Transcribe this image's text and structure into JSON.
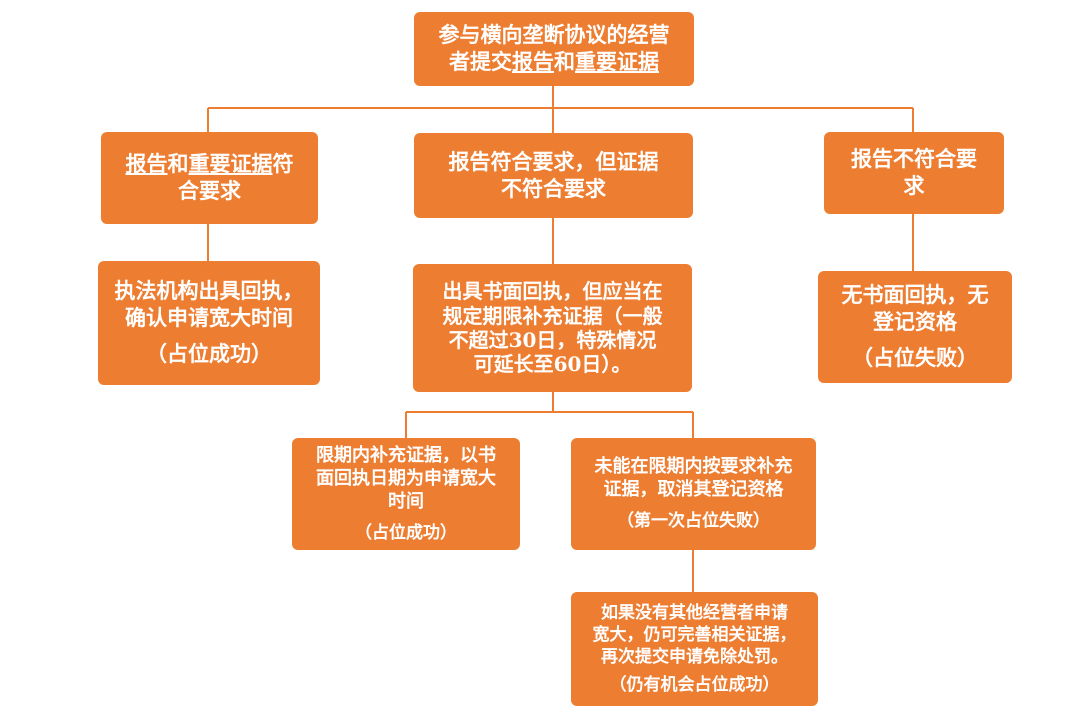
{
  "title": {
    "line1": "参与横向垄断协议的经营",
    "line2_prefix": "者提交",
    "line2_report": "报告",
    "line2_and": "和",
    "line2_evidence": "重要证据"
  },
  "branches": {
    "left": {
      "line1_report": "报告",
      "line1_and": "和",
      "line1_evidence": "重要证据",
      "line1_suffix": "符",
      "line2": "合要求"
    },
    "middle": {
      "line1": "报告符合要求，但证据",
      "line2": "不符合要求"
    },
    "right": {
      "line1": "报告不符合要",
      "line2": "求"
    }
  },
  "results": {
    "left": {
      "line1": "执法机构出具回执，",
      "line2": "确认申请宽大时间",
      "note": "（占位成功）"
    },
    "middle": {
      "line1": "出具书面回执，但应当在",
      "line2": "规定期限补充证据（一般",
      "line3": "不超过30日，特殊情况",
      "line4": "可延长至60日）。"
    },
    "right": {
      "line1": "无书面回执，无",
      "line2": "登记资格",
      "note": "（占位失败）"
    }
  },
  "sub_results": {
    "in_time": {
      "line1": "限期内补充证据，以书",
      "line2": "面回执日期为申请宽大",
      "line3": "时间",
      "note": "（占位成功）"
    },
    "not_in_time": {
      "line1": "未能在限期内按要求补充",
      "line2": "证据，取消其登记资格",
      "note": "（第一次占位失败）"
    },
    "second_chance": {
      "line1": "如果没有其他经营者申请",
      "line2": "宽大，仍可完善相关证据，",
      "line3": "再次提交申请免除处罚。",
      "note": "（仍有机会占位成功）"
    }
  },
  "colors": {
    "box_fill": "#ed7d31",
    "box_text": "#ffffff",
    "connector": "#ed7d31"
  }
}
